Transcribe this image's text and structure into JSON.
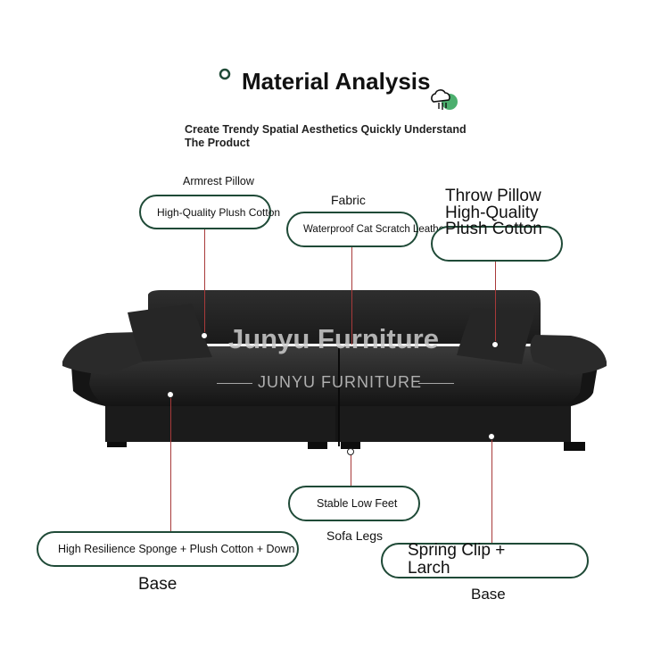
{
  "header": {
    "title": "Material Analysis",
    "subtitle": "Create Trendy Spatial Aesthetics Quickly Understand The Product"
  },
  "watermark": {
    "main": "Junyu Furniture",
    "sub": "JUNYU FURNITURE"
  },
  "callouts": {
    "armrest": {
      "heading": "Armrest Pillow",
      "text": "High-Quality Plush Cotton"
    },
    "fabric": {
      "heading": "Fabric",
      "text": "Waterproof Cat Scratch Leather"
    },
    "throw": {
      "text": "Throw Pillow High-Quality Plush Cotton"
    },
    "legs": {
      "text": "Stable Low Feet",
      "caption": "Sofa Legs"
    },
    "base_left": {
      "text": "High Resilience Sponge + Plush Cotton + Down",
      "caption": "Base"
    },
    "base_right": {
      "text": "Spring Clip + Larch",
      "caption": "Base"
    }
  },
  "colors": {
    "accent_green": "#1f4a37",
    "leader_red": "#a83a3a",
    "sofa": "#1a1a1a"
  },
  "icons": [
    "circle-bullet-icon",
    "cloud-leaf-icon"
  ]
}
